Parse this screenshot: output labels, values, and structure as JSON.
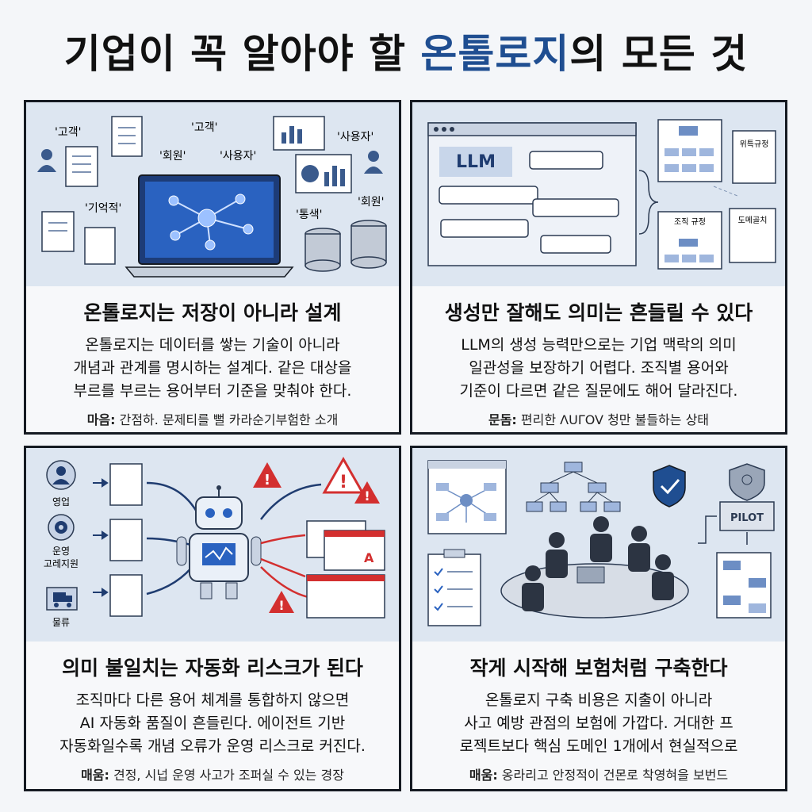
{
  "header": {
    "title_prefix": "기업이 꼭 알아야 할 ",
    "title_highlight": "온톨로지",
    "title_suffix": "의 모든 것"
  },
  "colors": {
    "accent": "#1f4e91",
    "panel_border": "#151a22",
    "illustration_bg": "#dde6f1",
    "warning": "#d32f2f"
  },
  "panels": [
    {
      "title": "온톨로지는 저장이 아니라 설계",
      "body": [
        "온톨로지는 데이터를 쌓는 기술이 아니라",
        "개념과 관계를 명시하는 설계다. 같은 대상을",
        "부르를 부르는 용어부터 기준을 맞춰야 한다."
      ],
      "note_label": "마음:",
      "note_text": " 간점하. 문제티를 뻘 카라순기부험한 소개",
      "labels": [
        "'고객'",
        "'회원'",
        "'고객'",
        "'사용자'",
        "'사용자'",
        "'기억적'",
        "'통색'",
        "'회원'"
      ]
    },
    {
      "title": "생성만 잘해도 의미는 흔들릴 수 있다",
      "body": [
        "LLM의 생성 능력만으로는 기업 맥락의 의미",
        "일관성을 보장하기 어렵다. 조직별 용어와",
        "기준이 다르면 같은 질문에도 해어 달라진다."
      ],
      "note_label": "문돔:",
      "note_text": " 편리한 ΛUΓOV 청만 불들하는 상태",
      "labels": [
        "LLM",
        "위특규정",
        "조직 규정",
        "도메골치"
      ]
    },
    {
      "title": "의미 불일치는 자동화 리스크가 된다",
      "body": [
        "조직마다 다른 용어 체계를 통합하지 않으면",
        "AI 자동화 품질이 흔들린다. 에이전트 기반",
        "자동화일수록 개념 오류가 운영 리스크로 커진다."
      ],
      "note_label": "매움:",
      "note_text": " 견정, 시넙 운영 사고가 조퍼실 수 있는 경장",
      "labels": [
        "영업",
        "운영",
        "고레지원",
        "물류"
      ]
    },
    {
      "title": "작게 시작해 보험처럼 구축한다",
      "body": [
        "온톨로지 구축 비용은 지출이 아니라",
        "사고 예방 관점의 보험에 가깝다. 거대한 프",
        "로젝트보다 핵심 도메인 1개에서 현실적으로"
      ],
      "note_label": "매움:",
      "note_text": " 옹라리고 안정적이 건몬로 착영혀을 보번드",
      "labels": [
        "PILOT"
      ]
    }
  ]
}
